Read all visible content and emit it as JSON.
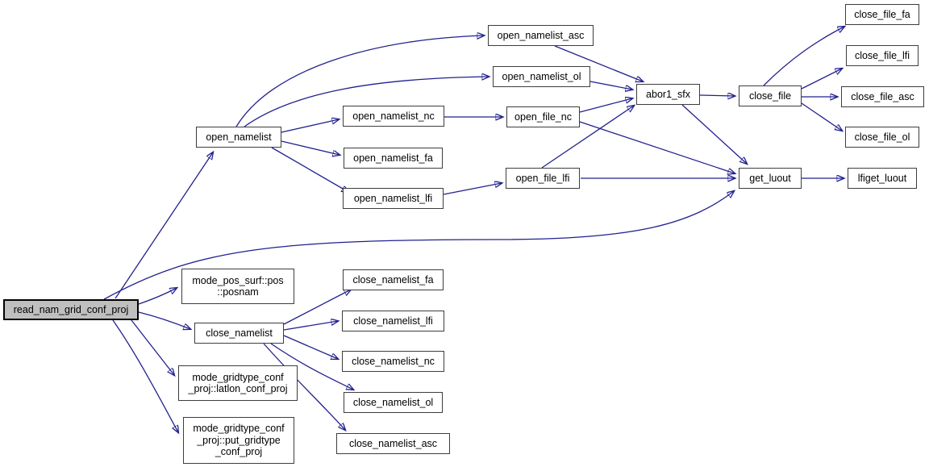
{
  "graph": {
    "type": "call-graph",
    "background_color": "#ffffff",
    "edge_color": "#22218f",
    "node_border_color": "#3d3d3d",
    "node_fill_color": "#ffffff",
    "highlight_fill_color": "#bfbfbf",
    "highlight_border_color": "#000000",
    "nodes": [
      {
        "id": "read_nam_grid_conf_proj",
        "label": "read_nam_grid_conf_proj",
        "highlight": true
      },
      {
        "id": "open_namelist",
        "label": "open_namelist",
        "highlight": false
      },
      {
        "id": "open_namelist_asc",
        "label": "open_namelist_asc",
        "highlight": false
      },
      {
        "id": "open_namelist_ol",
        "label": "open_namelist_ol",
        "highlight": false
      },
      {
        "id": "open_namelist_nc",
        "label": "open_namelist_nc",
        "highlight": false
      },
      {
        "id": "open_namelist_fa",
        "label": "open_namelist_fa",
        "highlight": false
      },
      {
        "id": "open_namelist_lfi",
        "label": "open_namelist_lfi",
        "highlight": false
      },
      {
        "id": "open_file_nc",
        "label": "open_file_nc",
        "highlight": false
      },
      {
        "id": "open_file_lfi",
        "label": "open_file_lfi",
        "highlight": false
      },
      {
        "id": "abor1_sfx",
        "label": "abor1_sfx",
        "highlight": false
      },
      {
        "id": "close_file",
        "label": "close_file",
        "highlight": false
      },
      {
        "id": "close_file_fa",
        "label": "close_file_fa",
        "highlight": false
      },
      {
        "id": "close_file_lfi",
        "label": "close_file_lfi",
        "highlight": false
      },
      {
        "id": "close_file_asc",
        "label": "close_file_asc",
        "highlight": false
      },
      {
        "id": "close_file_ol",
        "label": "close_file_ol",
        "highlight": false
      },
      {
        "id": "get_luout",
        "label": "get_luout",
        "highlight": false
      },
      {
        "id": "lfiget_luout",
        "label": "lfiget_luout",
        "highlight": false
      },
      {
        "id": "mode_pos_surf_posnam",
        "label": "mode_pos_surf::pos\n::posnam",
        "highlight": false
      },
      {
        "id": "close_namelist",
        "label": "close_namelist",
        "highlight": false
      },
      {
        "id": "close_namelist_fa",
        "label": "close_namelist_fa",
        "highlight": false
      },
      {
        "id": "close_namelist_lfi",
        "label": "close_namelist_lfi",
        "highlight": false
      },
      {
        "id": "close_namelist_nc",
        "label": "close_namelist_nc",
        "highlight": false
      },
      {
        "id": "close_namelist_ol",
        "label": "close_namelist_ol",
        "highlight": false
      },
      {
        "id": "close_namelist_asc",
        "label": "close_namelist_asc",
        "highlight": false
      },
      {
        "id": "latlon_conf_proj",
        "label": "mode_gridtype_conf\n_proj::latlon_conf_proj",
        "highlight": false
      },
      {
        "id": "put_gridtype_conf_proj",
        "label": "mode_gridtype_conf\n_proj::put_gridtype\n_conf_proj",
        "highlight": false
      }
    ],
    "edges": [
      {
        "from": "read_nam_grid_conf_proj",
        "to": "open_namelist"
      },
      {
        "from": "read_nam_grid_conf_proj",
        "to": "mode_pos_surf_posnam"
      },
      {
        "from": "read_nam_grid_conf_proj",
        "to": "close_namelist"
      },
      {
        "from": "read_nam_grid_conf_proj",
        "to": "latlon_conf_proj"
      },
      {
        "from": "read_nam_grid_conf_proj",
        "to": "put_gridtype_conf_proj"
      },
      {
        "from": "read_nam_grid_conf_proj",
        "to": "get_luout"
      },
      {
        "from": "open_namelist",
        "to": "open_namelist_asc"
      },
      {
        "from": "open_namelist",
        "to": "open_namelist_ol"
      },
      {
        "from": "open_namelist",
        "to": "open_namelist_nc"
      },
      {
        "from": "open_namelist",
        "to": "open_namelist_fa"
      },
      {
        "from": "open_namelist",
        "to": "open_namelist_lfi"
      },
      {
        "from": "open_namelist_nc",
        "to": "open_file_nc"
      },
      {
        "from": "open_namelist_lfi",
        "to": "open_file_lfi"
      },
      {
        "from": "open_namelist_asc",
        "to": "abor1_sfx"
      },
      {
        "from": "open_namelist_ol",
        "to": "abor1_sfx"
      },
      {
        "from": "open_file_nc",
        "to": "abor1_sfx"
      },
      {
        "from": "open_file_nc",
        "to": "get_luout"
      },
      {
        "from": "open_file_lfi",
        "to": "abor1_sfx"
      },
      {
        "from": "open_file_lfi",
        "to": "get_luout"
      },
      {
        "from": "abor1_sfx",
        "to": "close_file"
      },
      {
        "from": "abor1_sfx",
        "to": "get_luout"
      },
      {
        "from": "close_file",
        "to": "close_file_fa"
      },
      {
        "from": "close_file",
        "to": "close_file_lfi"
      },
      {
        "from": "close_file",
        "to": "close_file_asc"
      },
      {
        "from": "close_file",
        "to": "close_file_ol"
      },
      {
        "from": "get_luout",
        "to": "lfiget_luout"
      },
      {
        "from": "close_namelist",
        "to": "close_namelist_fa"
      },
      {
        "from": "close_namelist",
        "to": "close_namelist_lfi"
      },
      {
        "from": "close_namelist",
        "to": "close_namelist_nc"
      },
      {
        "from": "close_namelist",
        "to": "close_namelist_ol"
      },
      {
        "from": "close_namelist",
        "to": "close_namelist_asc"
      }
    ]
  }
}
